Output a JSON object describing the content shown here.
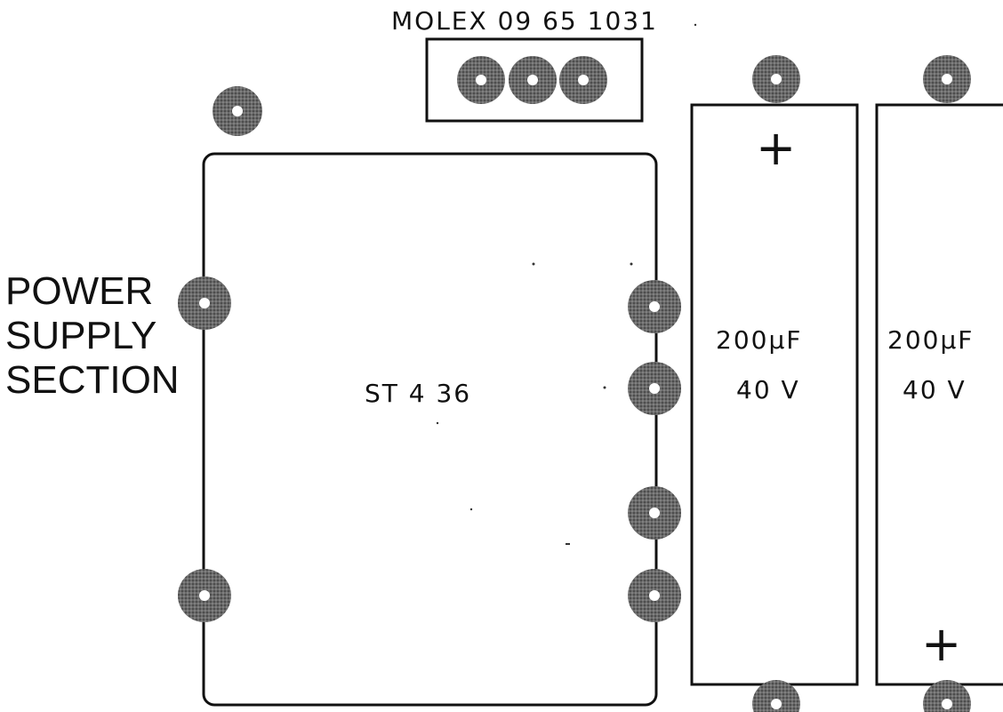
{
  "connector": {
    "label": "MOLEX 09 65 1031"
  },
  "section": {
    "line1": "POWER",
    "line2": "SUPPLY",
    "line3": "SECTION"
  },
  "transformer": {
    "label": "ST 4 36"
  },
  "capacitors": [
    {
      "capacitance": "200µF",
      "voltage": "40 V",
      "polarity": "+"
    },
    {
      "capacitance": "200µF",
      "voltage": "40 V",
      "polarity": "+"
    }
  ],
  "colors": {
    "ink": "#111111",
    "pad": "#555555"
  }
}
